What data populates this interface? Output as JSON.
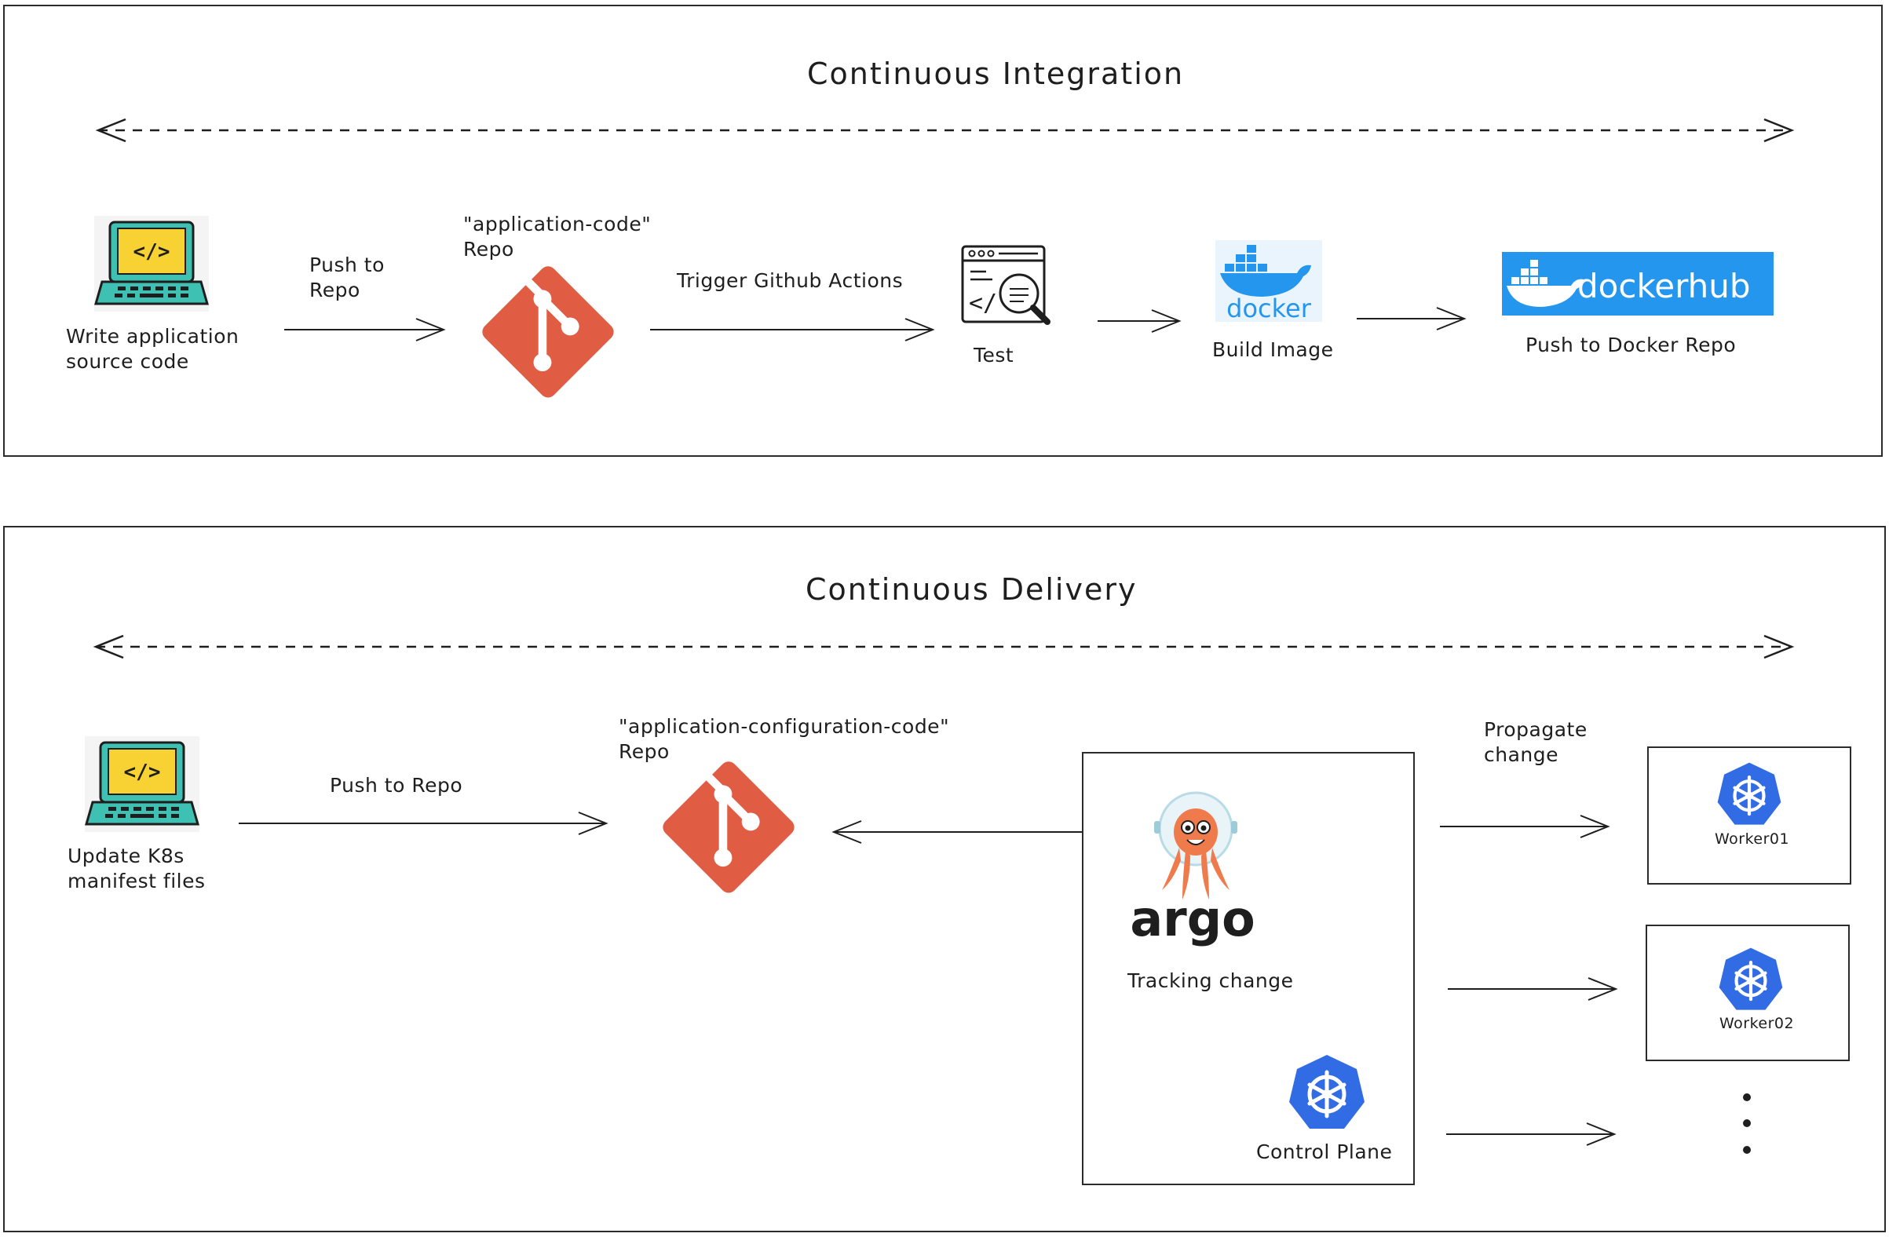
{
  "ci": {
    "title": "Continuous Integration",
    "step1_label": "Write application\nsource code",
    "arrow1_label": "Push to\nRepo",
    "repo_label": "\"application-code\"\nRepo",
    "arrow2_label": "Trigger Github Actions",
    "test_label": "Test",
    "build_label": "Build Image",
    "push_label": "Push to Docker Repo",
    "docker_logo_text": "docker",
    "dockerhub_logo_text": "dockerhub"
  },
  "cd": {
    "title": "Continuous Delivery",
    "step1_label": "Update K8s\nmanifest files",
    "arrow1_label": "Push to Repo",
    "repo_label": "\"application-configuration-code\"\nRepo",
    "argo_logo_text": "argo",
    "tracking_label": "Tracking change",
    "control_plane_label": "Control Plane",
    "propagate_label": "Propagate\nchange",
    "worker1_label": "Worker01",
    "worker2_label": "Worker02"
  },
  "colors": {
    "git": "#e05d44",
    "docker": "#2496ed",
    "k8s": "#326ce5",
    "argo": "#ef7b4d",
    "laptop": "#3ec1b2",
    "screen": "#f7d232"
  }
}
